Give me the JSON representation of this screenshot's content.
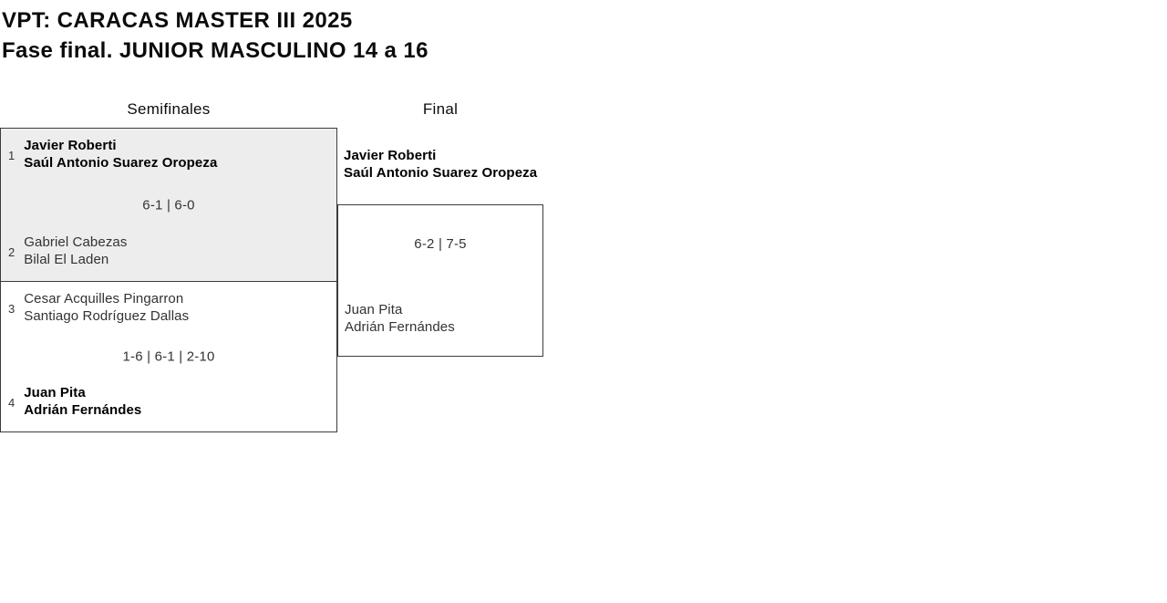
{
  "header": {
    "title": "VPT: CARACAS MASTER III 2025",
    "subtitle": "Fase final. JUNIOR MASCULINO 14 a 16"
  },
  "columns": {
    "semifinals": "Semifinales",
    "final": "Final"
  },
  "bracket": {
    "semifinals": [
      {
        "team1": {
          "seed": "1",
          "players": [
            "Javier Roberti",
            "Saúl Antonio Suarez Oropeza"
          ],
          "winner": true
        },
        "score": "6-1 | 6-0",
        "team2": {
          "seed": "2",
          "players": [
            "Gabriel Cabezas",
            "Bilal El Laden"
          ],
          "winner": false
        }
      },
      {
        "team1": {
          "seed": "3",
          "players": [
            "Cesar Acquilles Pingarron",
            "Santiago Rodríguez Dallas"
          ],
          "winner": false
        },
        "score": "1-6 | 6-1 | 2-10",
        "team2": {
          "seed": "4",
          "players": [
            "Juan Pita",
            "Adrián Fernándes"
          ],
          "winner": true
        }
      }
    ],
    "final": {
      "team1": {
        "players": [
          "Javier Roberti",
          "Saúl Antonio Suarez Oropeza"
        ],
        "winner": true
      },
      "score": "6-2 | 7-5",
      "team2": {
        "players": [
          "Juan Pita",
          "Adrián Fernándes"
        ],
        "winner": false
      }
    }
  },
  "colors": {
    "box_border": "#3c3c3c",
    "highlight_match_bg": "#ededed",
    "winner_text": "#000000",
    "regular_text": "#333333",
    "page_bg": "#ffffff"
  }
}
